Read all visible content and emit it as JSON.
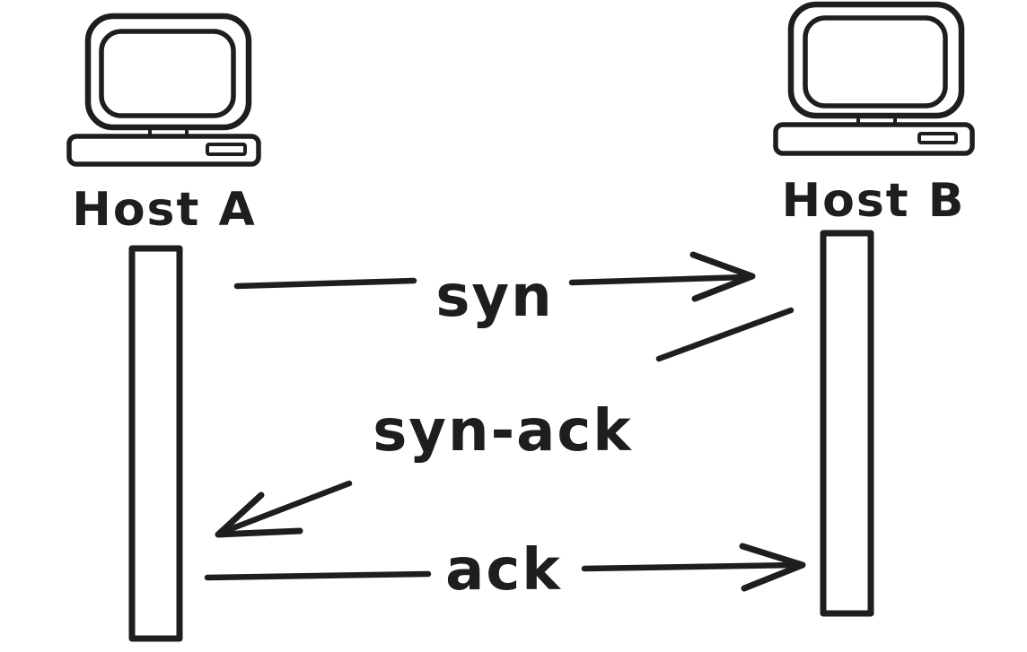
{
  "colors": {
    "ink": "#1e1e1e",
    "background": "#ffffff"
  },
  "diagram": {
    "type": "sequence-diagram",
    "subject": "TCP three-way handshake",
    "actors": [
      {
        "id": "host-a",
        "label": "Host A",
        "icon": "desktop-computer-icon"
      },
      {
        "id": "host-b",
        "label": "Host B",
        "icon": "desktop-computer-icon"
      }
    ],
    "lifelines": [
      {
        "actor": "Host A"
      },
      {
        "actor": "Host B"
      }
    ],
    "messages": [
      {
        "order": 1,
        "label": "syn",
        "from": "Host A",
        "to": "Host B",
        "direction": "right"
      },
      {
        "order": 2,
        "label": "syn-ack",
        "from": "Host B",
        "to": "Host A",
        "direction": "left"
      },
      {
        "order": 3,
        "label": "ack",
        "from": "Host A",
        "to": "Host B",
        "direction": "right"
      }
    ]
  }
}
